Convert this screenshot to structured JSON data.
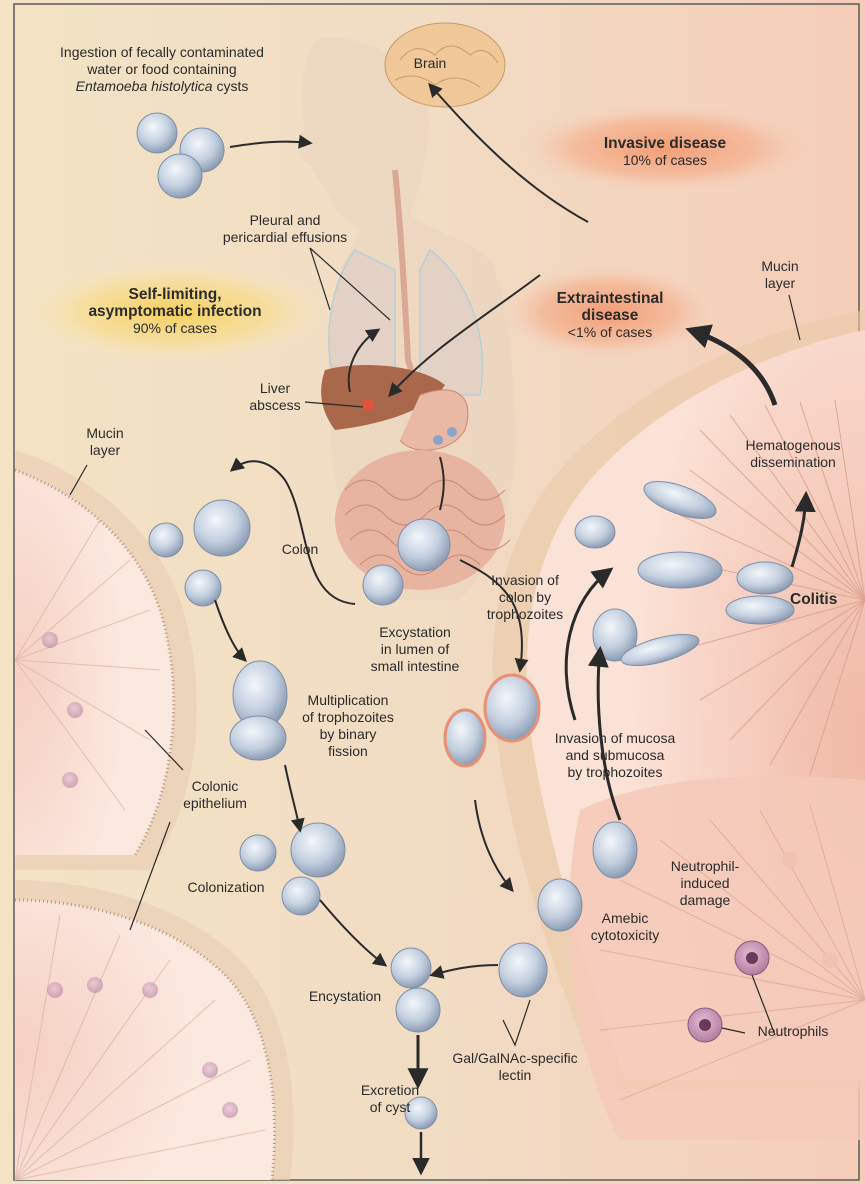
{
  "intake": {
    "line1": "Ingestion of fecally contaminated",
    "line2": "water or food containing",
    "line3_italic": "Entamoeba histolytica",
    "line3_rest": " cysts"
  },
  "brain": "Brain",
  "invasive": {
    "title": "Invasive disease",
    "sub": "10% of cases"
  },
  "pleural": {
    "line1": "Pleural and",
    "line2": "pericardial effusions"
  },
  "selflimiting": {
    "line1": "Self-limiting,",
    "line2": "asymptomatic infection",
    "sub": "90% of cases"
  },
  "extraintestinal": {
    "line1": "Extraintestinal",
    "line2": "disease",
    "sub": "<1% of cases"
  },
  "liver": {
    "line1": "Liver",
    "line2": "abscess"
  },
  "mucin_right": {
    "line1": "Mucin",
    "line2": "layer"
  },
  "mucin_left": {
    "line1": "Mucin",
    "line2": "layer"
  },
  "hematogenous": {
    "line1": "Hematogenous",
    "line2": "dissemination"
  },
  "colon": "Colon",
  "colitis": "Colitis",
  "excystation": {
    "line1": "Excystation",
    "line2": "in lumen of",
    "line3": "small intestine"
  },
  "invasion_colon": {
    "line1": "Invasion of",
    "line2": "colon by",
    "line3": "trophozoites"
  },
  "multiplication": {
    "line1": "Multiplication",
    "line2": "of trophozoites",
    "line3": "by binary",
    "line4": "fission"
  },
  "invasion_mucosa": {
    "line1": "Invasion of mucosa",
    "line2": "and submucosa",
    "line3": "by trophozoites"
  },
  "colonic_epithelium": {
    "line1": "Colonic",
    "line2": "epithelium"
  },
  "neutrophil_damage": {
    "line1": "Neutrophil-",
    "line2": "induced",
    "line3": "damage"
  },
  "colonization": "Colonization",
  "amebic": {
    "line1": "Amebic",
    "line2": "cytotoxicity"
  },
  "encystation": "Encystation",
  "neutrophils": "Neutrophils",
  "lectin": {
    "line1": "Gal/GalNAc-specific",
    "line2": "lectin"
  },
  "excretion": {
    "line1": "Excretion",
    "line2": "of cyst"
  },
  "colors": {
    "background_warm": "#f2e2c6",
    "tissue_pink": "#f6d3c4",
    "invasive_glow": "#f2a27a",
    "selflimiting_glow": "#f7d36a",
    "cell": "#b9c6d8",
    "arrow": "#2a2a2a"
  }
}
